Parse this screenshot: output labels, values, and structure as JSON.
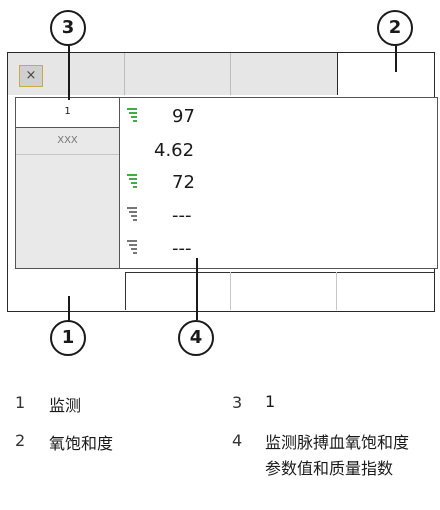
{
  "callouts": [
    "1",
    "2",
    "3",
    "4"
  ],
  "screen": {
    "close_symbol": "×",
    "tab_label": "1",
    "item_label": "XXX",
    "rows": [
      {
        "value": "97",
        "signal_color": "#3fae49",
        "signal_level": "high"
      },
      {
        "value": "4.62",
        "signal_color": "",
        "signal_level": "none"
      },
      {
        "value": "72",
        "signal_color": "#3fae49",
        "signal_level": "high"
      },
      {
        "value": "---",
        "signal_color": "#777777",
        "signal_level": "none"
      },
      {
        "value": "---",
        "signal_color": "#777777",
        "signal_level": "none"
      }
    ]
  },
  "legend": [
    {
      "num": "1",
      "text": "监测"
    },
    {
      "num": "2",
      "text": "氧饱和度"
    },
    {
      "num": "3",
      "text": "1"
    },
    {
      "num": "4",
      "text": "监测脉搏血氧饱和度参数值和质量指数"
    }
  ]
}
